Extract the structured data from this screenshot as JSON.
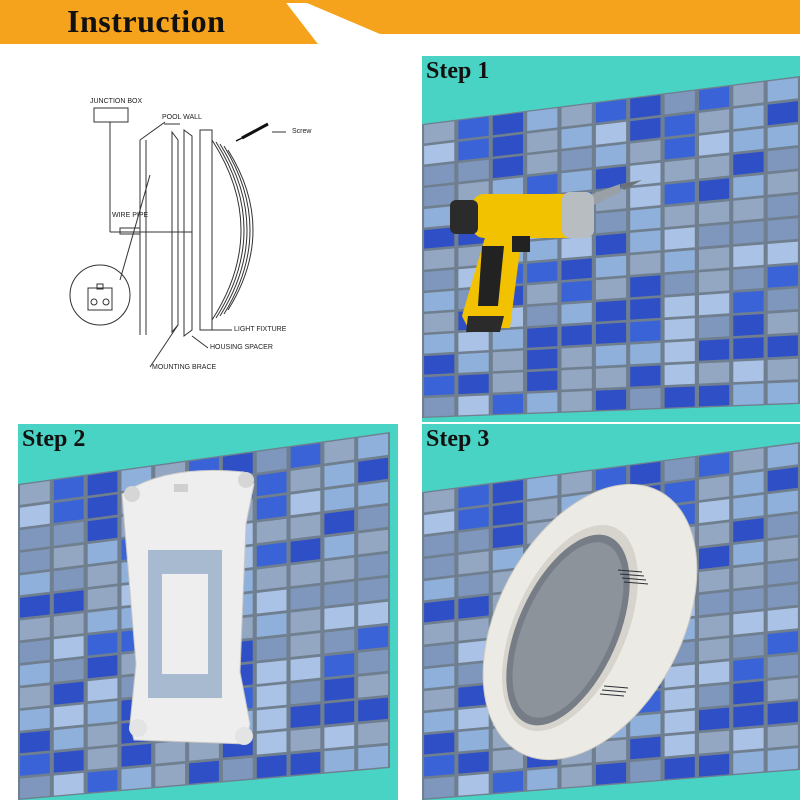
{
  "banner": {
    "title": "Instruction",
    "accent_color": "#f5a21c"
  },
  "diagram": {
    "labels": {
      "junction_box": "JUNCTION BOX",
      "pool_wall": "POOL WALL",
      "screw": "Screw",
      "wire_pipe": "WIRE PIPE",
      "light_fixture": "LIGHT FIXTURE",
      "housing_spacer": "HOUSING SPACER",
      "mounting_brace": "MOUNTING BRACE"
    }
  },
  "steps": [
    {
      "label": "Step 1",
      "depicts": "drill-icon"
    },
    {
      "label": "Step 2",
      "depicts": "mounting-bracket-icon"
    },
    {
      "label": "Step 3",
      "depicts": "pool-light-icon"
    }
  ],
  "colors": {
    "background_aqua": "#49d3c4",
    "tile_dark_blue": "#2f4fc7",
    "tile_light_blue": "#8fb0da",
    "tile_gray_blue": "#93a6c2",
    "grout": "#6f7f8f"
  }
}
